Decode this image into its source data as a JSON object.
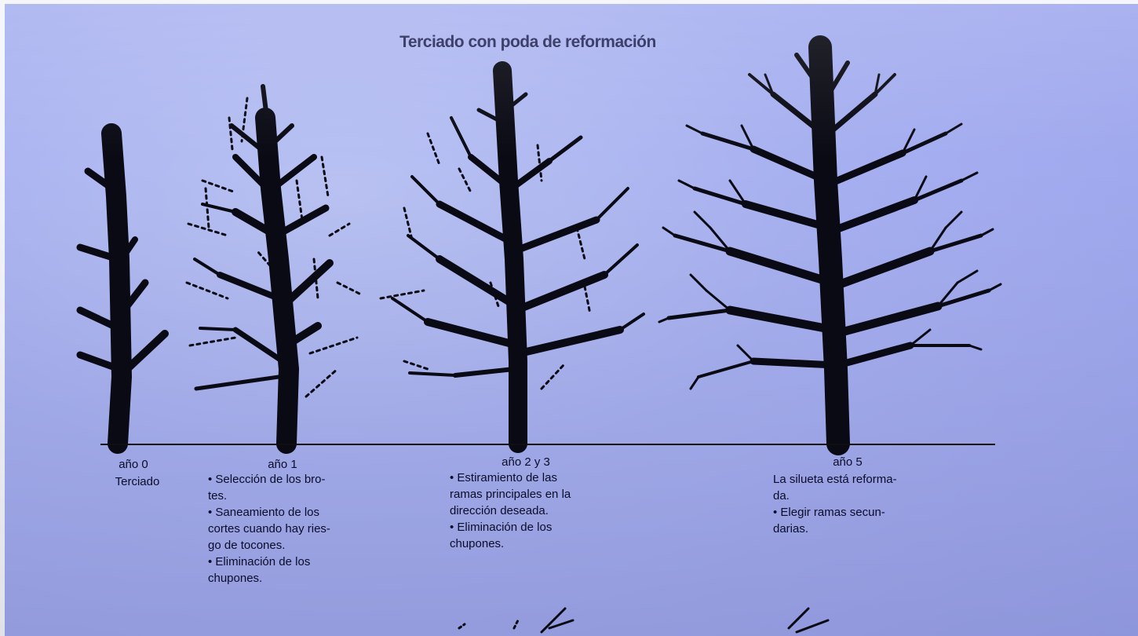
{
  "title": "Terciado con poda de reformación",
  "stages": [
    {
      "year": "año 0",
      "lines": [
        "Terciado"
      ]
    },
    {
      "year": "año 1",
      "lines": [
        "• Selección de los bro-",
        "tes.",
        "• Saneamiento de los",
        "cortes cuando hay ries-",
        "go de tocones.",
        "• Eliminación de los",
        "chupones."
      ]
    },
    {
      "year": "año 2 y 3",
      "lines": [
        "• Estiramiento de las",
        "ramas principales en la",
        "dirección deseada.",
        "• Eliminación de los",
        "chupones."
      ]
    },
    {
      "year": "año 5",
      "lines": [
        "La silueta está reforma-",
        "da.",
        "• Elegir ramas secun-",
        "darias."
      ]
    }
  ]
}
